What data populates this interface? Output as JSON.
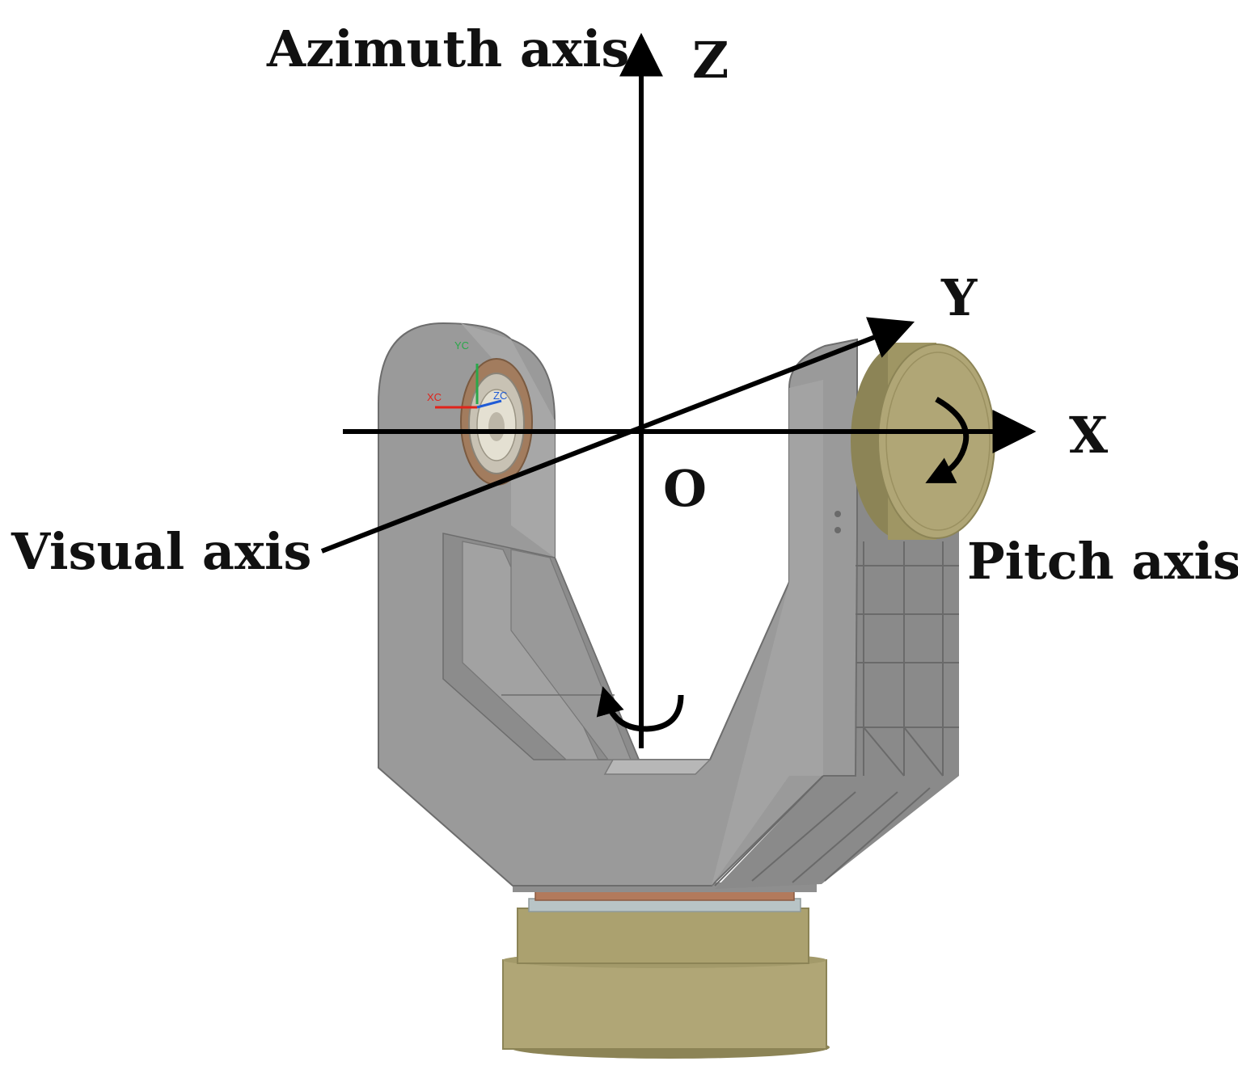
{
  "labels": {
    "azimuth_axis": "Azimuth axis",
    "z": "Z",
    "y": "Y",
    "x": "X",
    "origin": "O",
    "visual_axis": "Visual axis",
    "pitch_axis": "Pitch axis"
  },
  "cad_triad": {
    "yc": "YC",
    "xc": "XC",
    "zc": "ZC"
  },
  "colors": {
    "frame_grey": "#9a9a9a",
    "frame_dark": "#7f7f7f",
    "frame_light": "#b3b3b3",
    "brass": "#b0a676",
    "brass_dark": "#8c8456",
    "axis_ink": "#000000",
    "triad_x": "#e0241b",
    "triad_y": "#2aa84a",
    "triad_z": "#1f5bd6"
  }
}
